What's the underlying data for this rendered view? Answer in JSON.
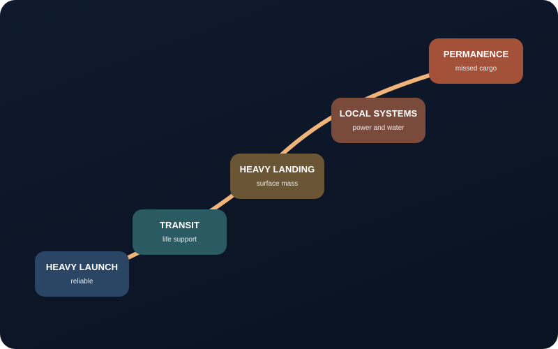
{
  "colors": {
    "curve": "#f0b47a",
    "stage_1": "#2a4664",
    "stage_2": "#2a5a62",
    "stage_3": "#6a5535",
    "stage_4": "#7a4a3a",
    "stage_5": "#a4513a"
  },
  "stages": [
    {
      "title": "HEAVY LAUNCH",
      "subtitle": "reliable"
    },
    {
      "title": "TRANSIT",
      "subtitle": "life support"
    },
    {
      "title": "HEAVY LANDING",
      "subtitle": "surface mass"
    },
    {
      "title": "LOCAL SYSTEMS",
      "subtitle": "power and water"
    },
    {
      "title": "PERMANENCE",
      "subtitle": "missed cargo"
    }
  ]
}
